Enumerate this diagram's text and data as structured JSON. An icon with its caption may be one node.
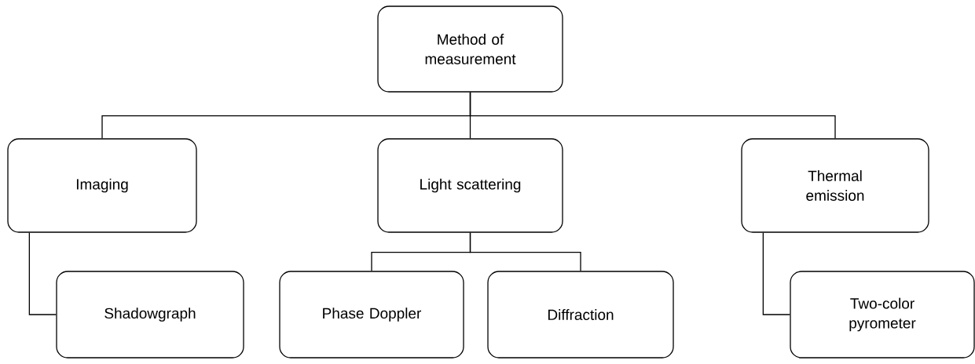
{
  "diagram": {
    "nodes": [
      {
        "text": [
          "Method of measurement"
        ]
      },
      {
        "text": [
          "Imaging"
        ]
      },
      {
        "text": [
          "Light scattering"
        ]
      },
      {
        "text": [
          "Thermal emission"
        ]
      },
      {
        "text": [
          "Shadowgraph"
        ]
      },
      {
        "text": [
          "Phase Doppler"
        ]
      },
      {
        "text": [
          "Diffraction"
        ]
      },
      {
        "text": [
          "Two-color pyrometer"
        ]
      }
    ],
    "edges": [
      {
        "from": 0,
        "to": 1,
        "arrow": "none"
      },
      {
        "from": 0,
        "to": 2,
        "arrow": "none"
      },
      {
        "from": 0,
        "to": 3,
        "arrow": "none"
      },
      {
        "from": 1,
        "to": 4,
        "arrow": "none"
      },
      {
        "from": 2,
        "to": 5,
        "arrow": "none"
      },
      {
        "from": 2,
        "to": 6,
        "arrow": "none"
      },
      {
        "from": 3,
        "to": 7,
        "arrow": "none"
      }
    ]
  }
}
